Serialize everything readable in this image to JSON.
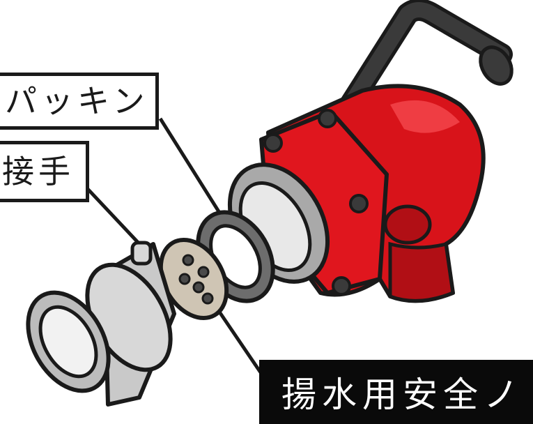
{
  "labels": {
    "packing": "パッキン",
    "joint": "接手",
    "nozzle": "揚水用安全ノ"
  },
  "colors": {
    "outline": "#1a1a1a",
    "nozzle_red": "#d8131a",
    "handle": "#3a3a3a",
    "metal": "#d8d8d8",
    "gasket_gray": "#6d6d6d",
    "gasket_beige": "#cfc5b4",
    "label_dark_bg": "#0a0a0a"
  }
}
